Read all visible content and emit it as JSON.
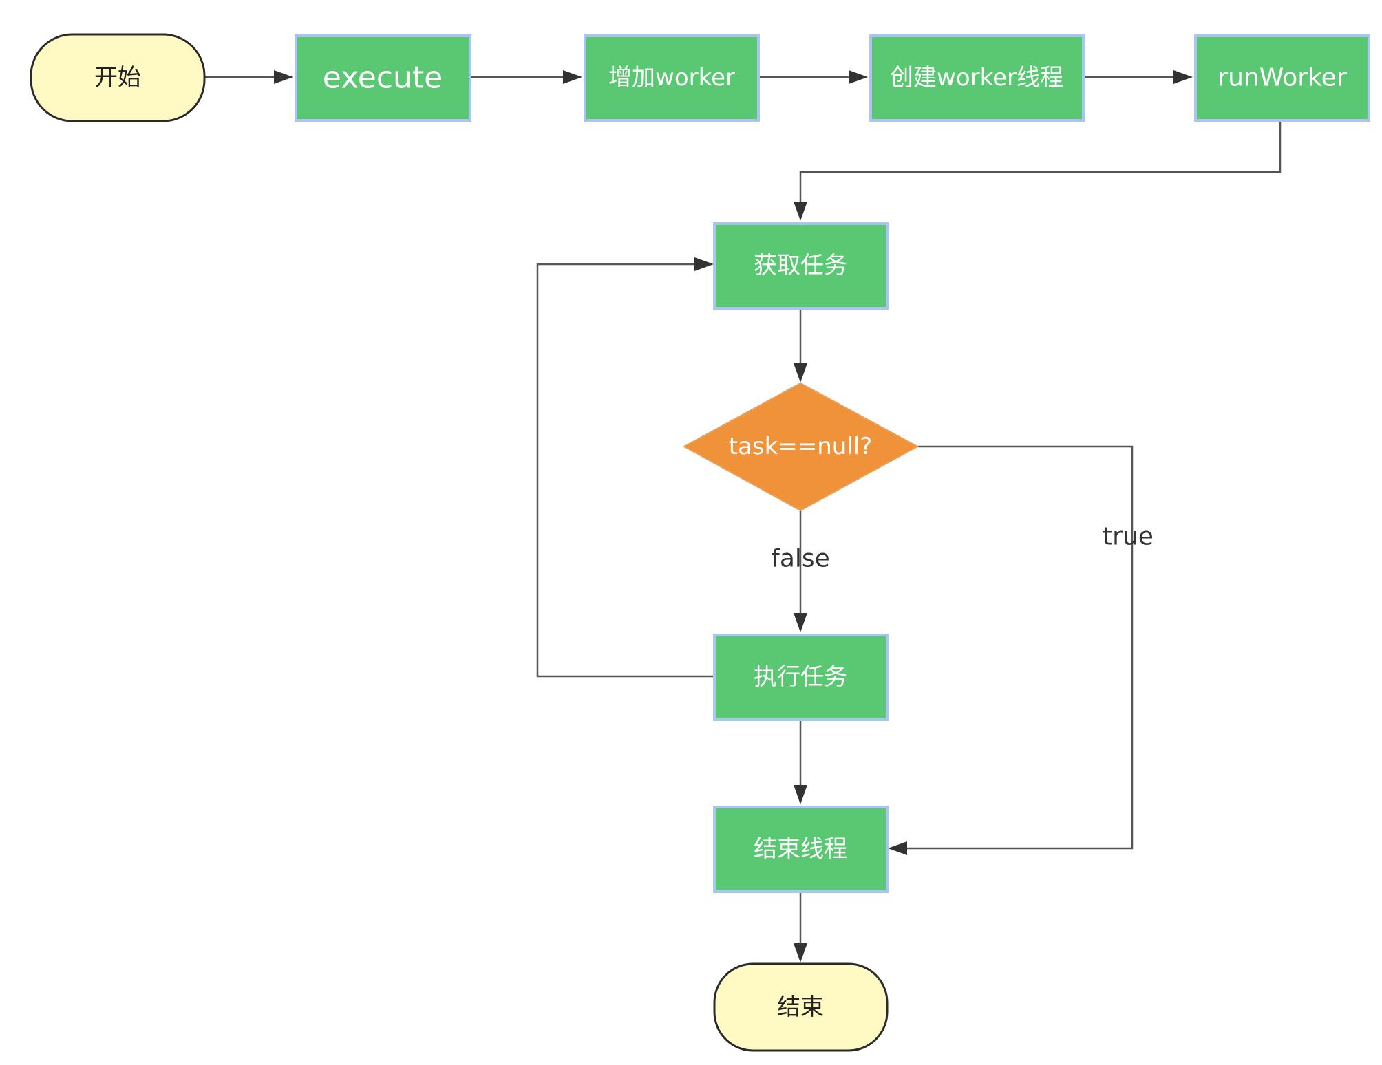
{
  "nodes": {
    "start": "开始",
    "execute": "execute",
    "add_worker": "增加worker",
    "create_worker_thread": "创建worker线程",
    "run_worker": "runWorker",
    "get_task": "获取任务",
    "task_is_null": "task==null?",
    "run_task": "执行任务",
    "end_thread": "结束线程",
    "end": "结束"
  },
  "edge_labels": {
    "false": "false",
    "true": "true"
  },
  "colors": {
    "process_fill": "#5ac872",
    "process_border": "#a8c6f0",
    "terminal_fill": "#fff9c4",
    "decision_fill": "#f0923a",
    "edge": "#555555"
  }
}
